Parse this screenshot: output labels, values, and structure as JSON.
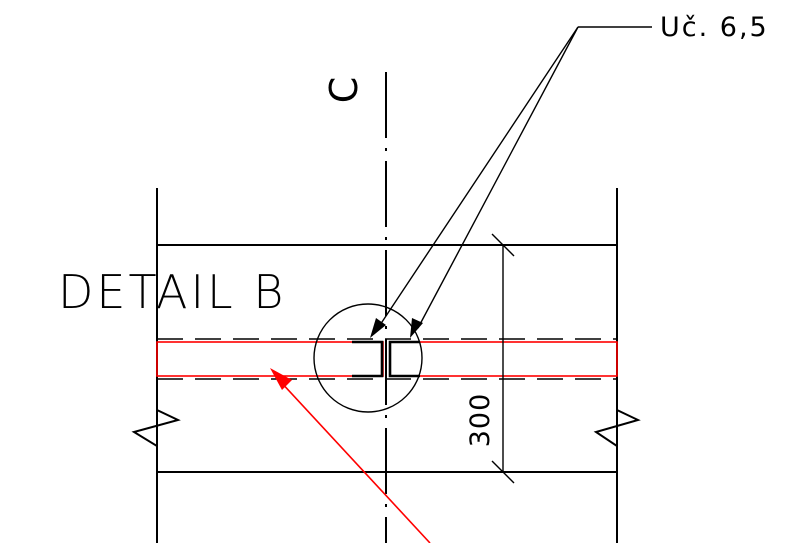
{
  "detail": {
    "label": "DETAIL B"
  },
  "callout": {
    "label": "Uč. 6,5"
  },
  "dimension": {
    "value": "300"
  },
  "axis": {
    "label": "C"
  },
  "colors": {
    "linework": "#000000",
    "highlight": "#ff0000",
    "background": "#ffffff"
  }
}
